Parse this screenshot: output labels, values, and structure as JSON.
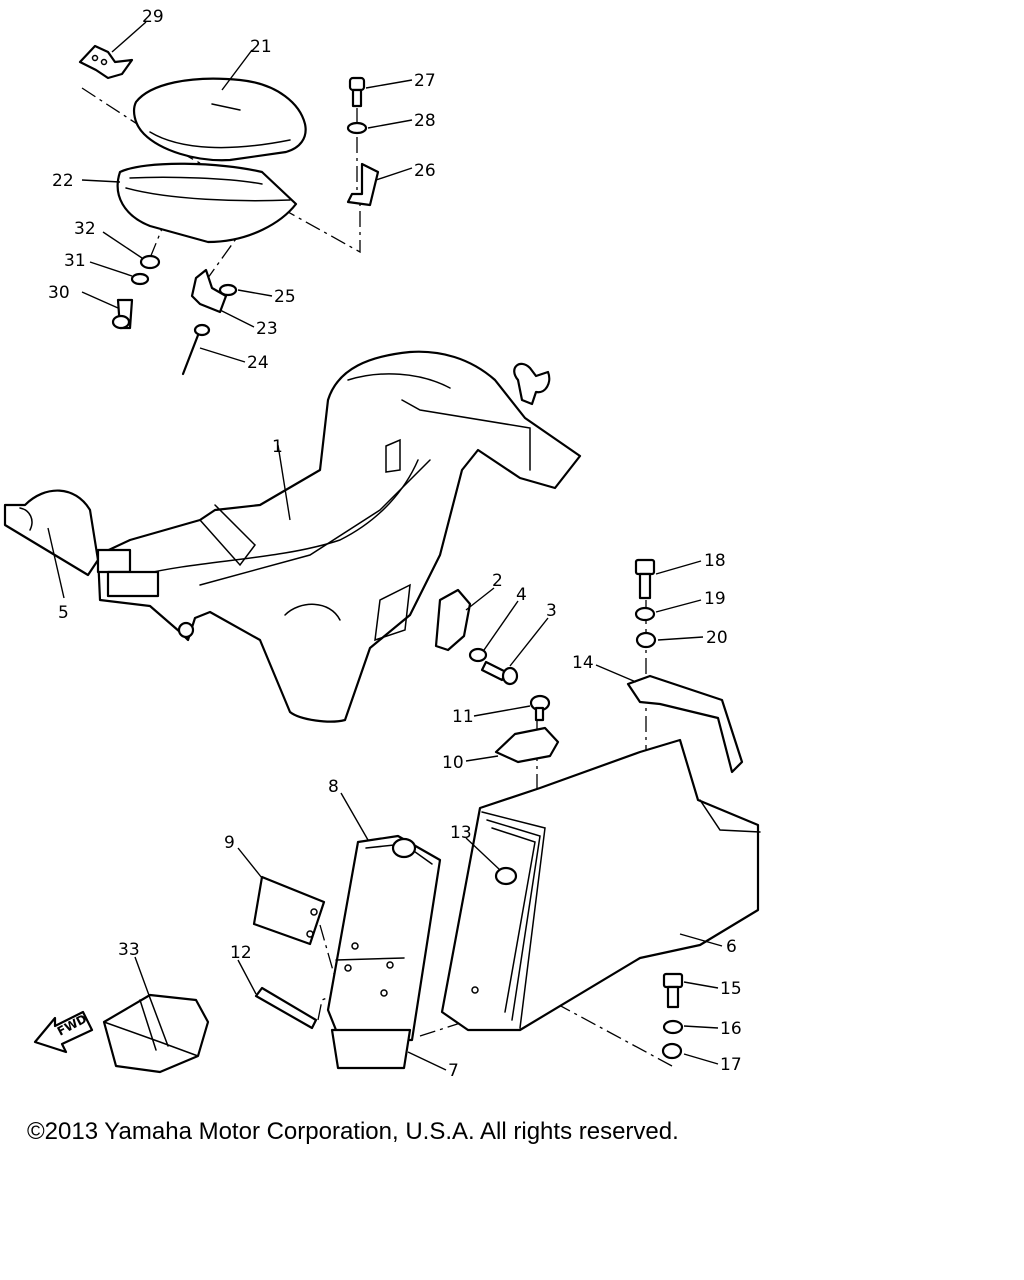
{
  "labels": {
    "p1": "1",
    "p2": "2",
    "p3": "3",
    "p4": "4",
    "p5": "5",
    "p6": "6",
    "p7": "7",
    "p8": "8",
    "p9": "9",
    "p10": "10",
    "p11": "11",
    "p12": "12",
    "p13": "13",
    "p14": "14",
    "p15": "15",
    "p16": "16",
    "p17": "17",
    "p18": "18",
    "p19": "19",
    "p20": "20",
    "p21": "21",
    "p22": "22",
    "p23": "23",
    "p24": "24",
    "p25": "25",
    "p26": "26",
    "p27": "27",
    "p28": "28",
    "p29": "29",
    "p30": "30",
    "p31": "31",
    "p32": "32",
    "p33": "33"
  },
  "fwd_arrow": "FWD",
  "footer": {
    "copyright": "©2013 Yamaha Motor Corporation, U.S.A. All rights reserved."
  }
}
